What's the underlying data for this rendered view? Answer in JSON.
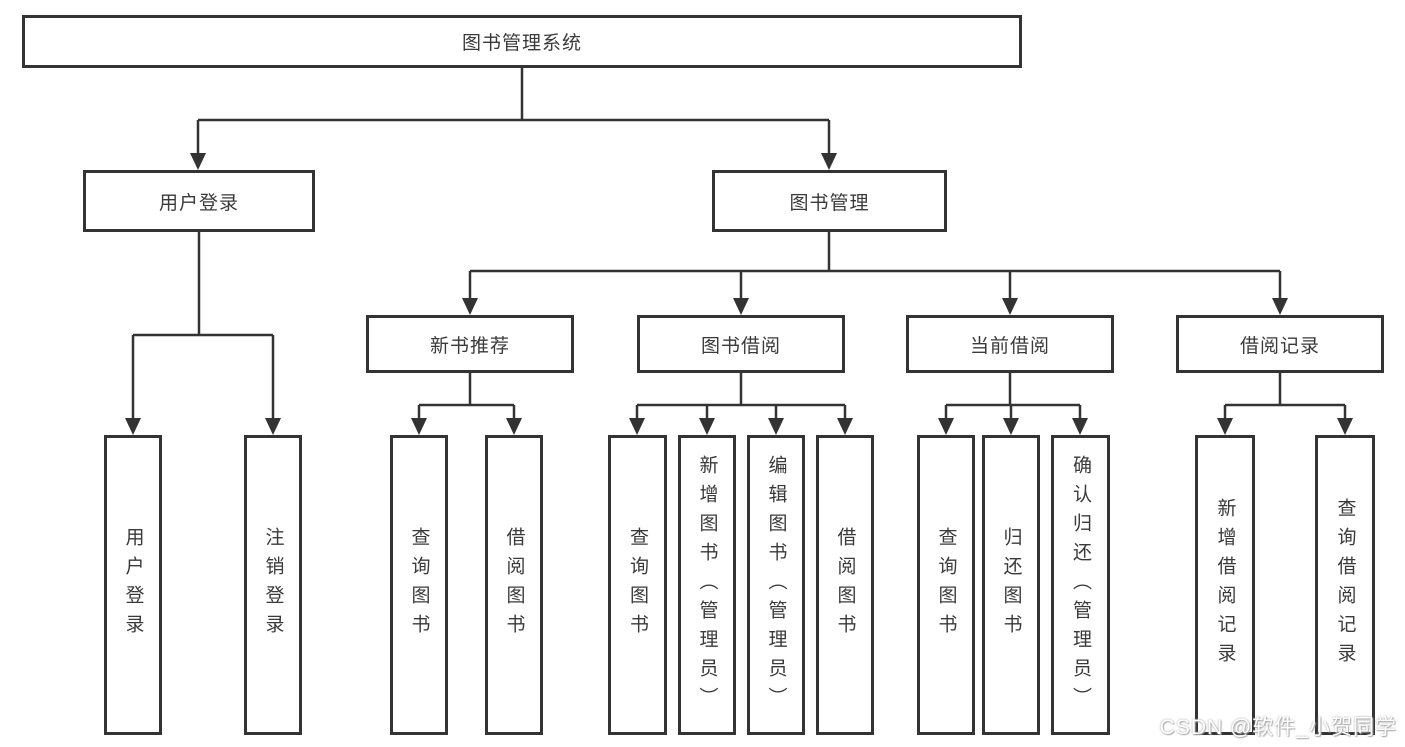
{
  "tree": {
    "label": "图书管理系统",
    "children": [
      {
        "label": "用户登录",
        "children": [
          {
            "label": "用户登录"
          },
          {
            "label": "注销登录"
          }
        ]
      },
      {
        "label": "图书管理",
        "children": [
          {
            "label": "新书推荐",
            "children": [
              {
                "label": "查询图书"
              },
              {
                "label": "借阅图书"
              }
            ]
          },
          {
            "label": "图书借阅",
            "children": [
              {
                "label": "查询图书"
              },
              {
                "label": "新增图书（管理员）"
              },
              {
                "label": "编辑图书（管理员）"
              },
              {
                "label": "借阅图书"
              }
            ]
          },
          {
            "label": "当前借阅",
            "children": [
              {
                "label": "查询图书"
              },
              {
                "label": "归还图书"
              },
              {
                "label": "确认归还（管理员）"
              }
            ]
          },
          {
            "label": "借阅记录",
            "children": [
              {
                "label": "新增借阅记录"
              },
              {
                "label": "查询借阅记录"
              }
            ]
          }
        ]
      }
    ]
  },
  "watermark": "CSDN @软件_小贺同学",
  "colors": {
    "line": "#333333",
    "text": "#3a3a3a",
    "background": "#ffffff",
    "watermark": "#e8e8e8"
  }
}
